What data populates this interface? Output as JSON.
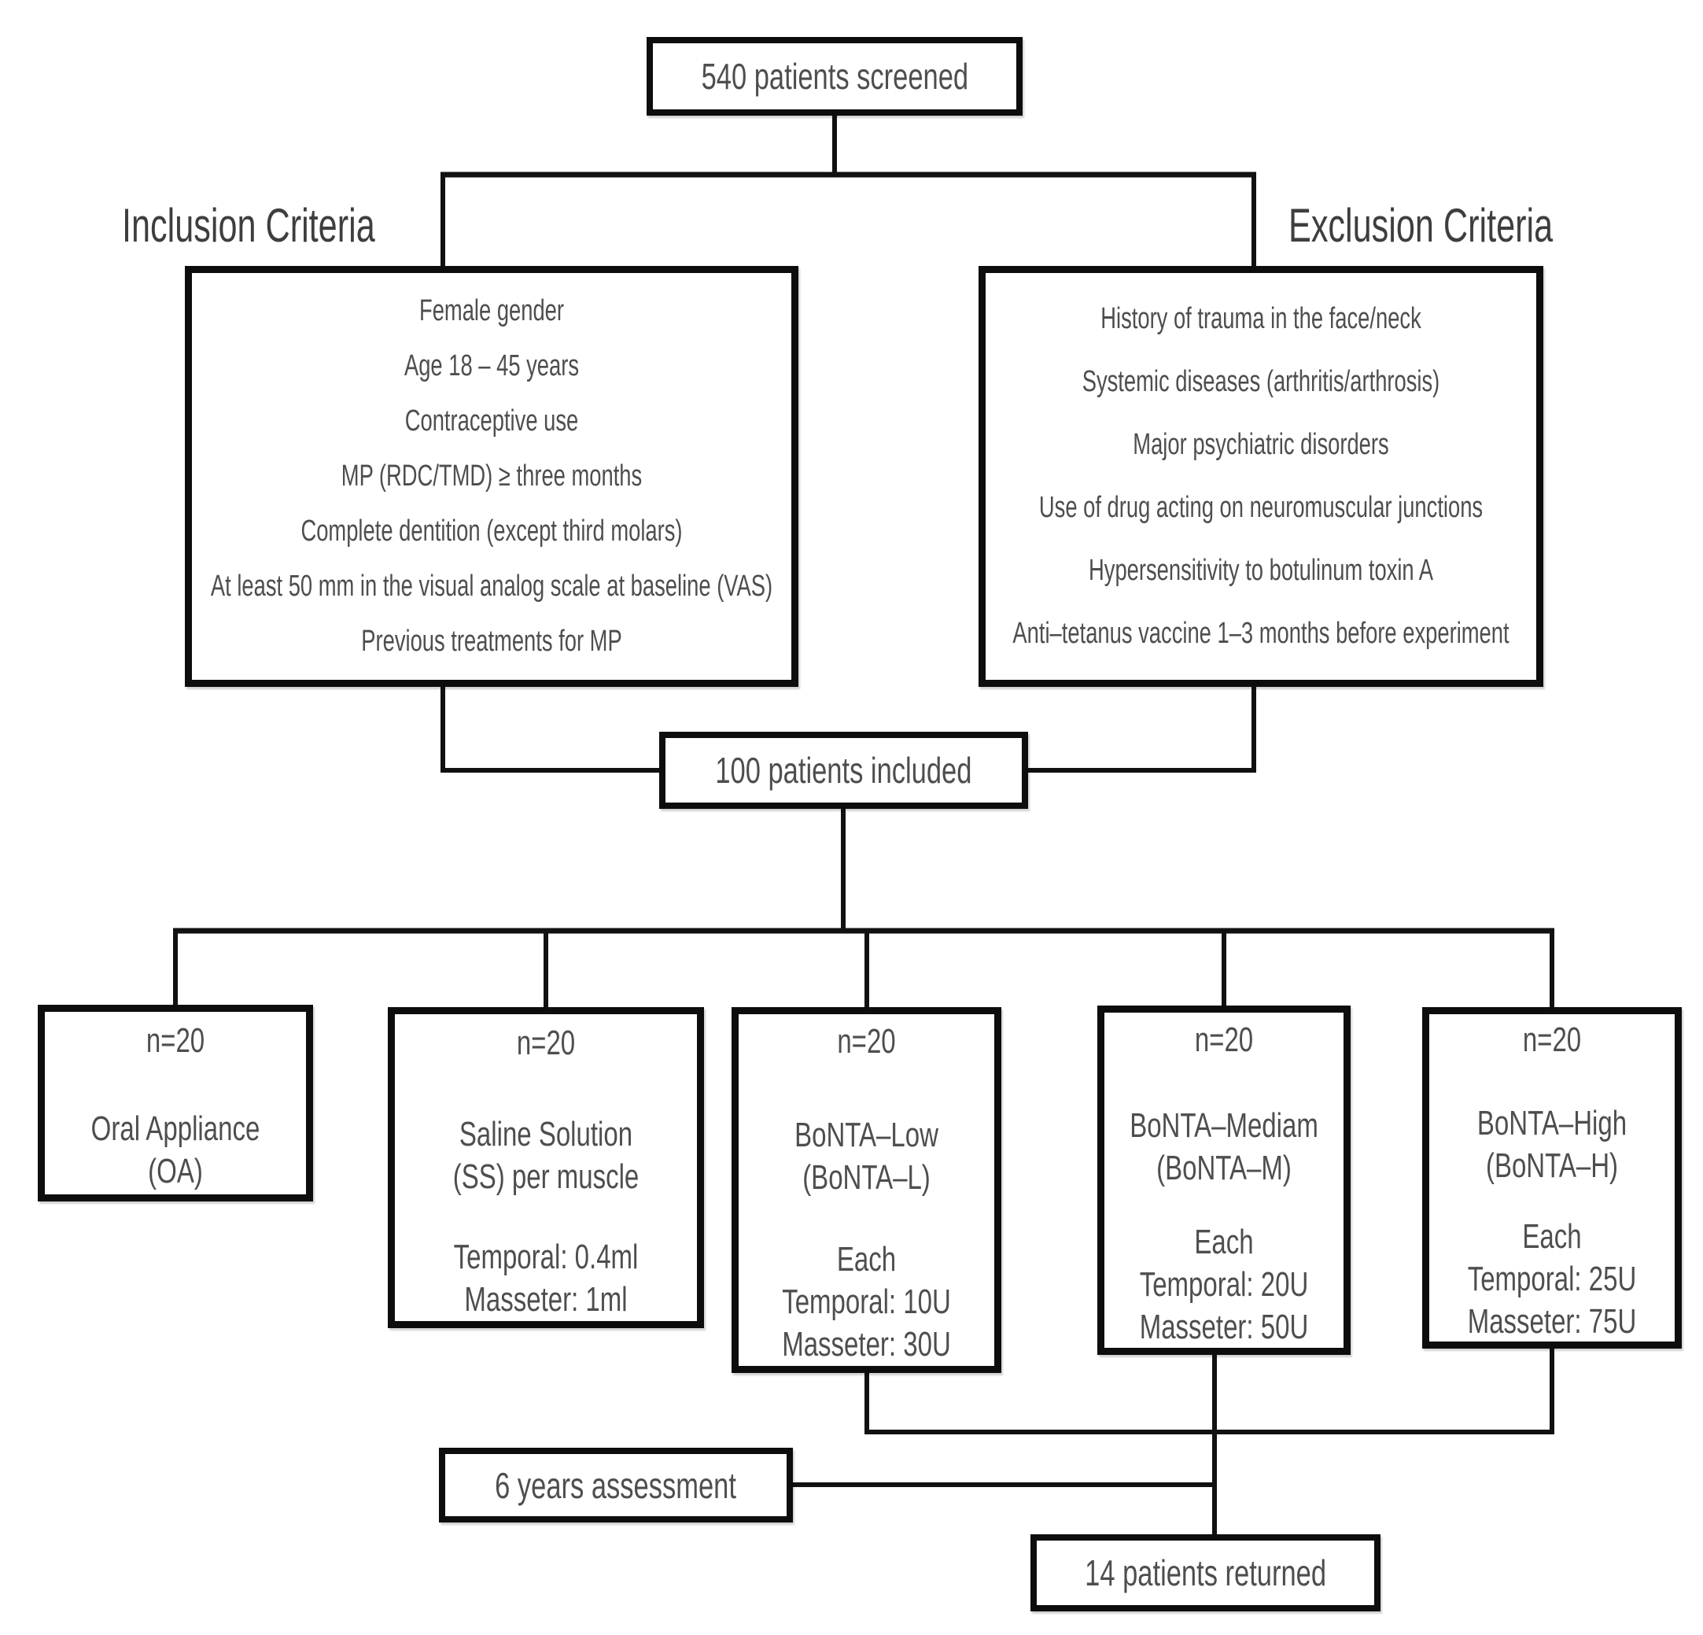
{
  "screened_label": "540 patients screened",
  "inclusion": {
    "heading": "Inclusion Criteria",
    "items": [
      "Female gender",
      "Age 18 – 45 years",
      "Contraceptive use",
      "MP (RDC/TMD) ≥ three months",
      "Complete dentition (except third molars)",
      "At least 50 mm in the visual analog scale at baseline (VAS)",
      "Previous treatments for MP"
    ]
  },
  "exclusion": {
    "heading": "Exclusion Criteria",
    "items": [
      "History of trauma in the face/neck",
      "Systemic diseases (arthritis/arthrosis)",
      "Major psychiatric disorders",
      "Use of drug acting on neuromuscular junctions",
      "Hypersensitivity to botulinum toxin A",
      "Anti–tetanus vaccine 1–3 months before experiment"
    ]
  },
  "included_label": "100 patients included",
  "groups": [
    {
      "n": "n=20",
      "name_line1": "Oral Appliance",
      "name_line2": "(OA)"
    },
    {
      "n": "n=20",
      "name_line1": "Saline Solution",
      "name_line2": "(SS) per muscle",
      "dose_line1": "Temporal: 0.4ml",
      "dose_line2": "Masseter: 1ml"
    },
    {
      "n": "n=20",
      "name_line1": "BoNTA–Low",
      "name_line2": "(BoNTA–L)",
      "each": "Each",
      "dose_line1": "Temporal: 10U",
      "dose_line2": "Masseter: 30U"
    },
    {
      "n": "n=20",
      "name_line1": "BoNTA–Mediam",
      "name_line2": "(BoNTA–M)",
      "each": "Each",
      "dose_line1": "Temporal: 20U",
      "dose_line2": "Masseter: 50U"
    },
    {
      "n": "n=20",
      "name_line1": "BoNTA–High",
      "name_line2": "(BoNTA–H)",
      "each": "Each",
      "dose_line1": "Temporal: 25U",
      "dose_line2": "Masseter: 75U"
    }
  ],
  "assessment_label": "6 years assessment",
  "returned_label": "14 patients returned",
  "colors": {
    "line": "#111111",
    "border": "#0d0d0d",
    "text": "#4e4e4e",
    "heading_text": "#3e3e3e",
    "background": "#ffffff"
  }
}
